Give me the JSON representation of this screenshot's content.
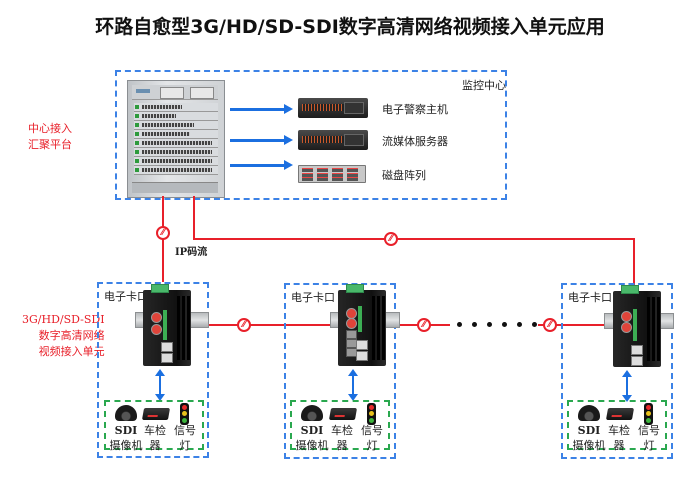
{
  "title": "环路自愈型3G/HD/SD-SDI数字高清网络视频接入单元应用",
  "monitoring_center": {
    "label": "监控中心",
    "side_label_line1": "中心接入",
    "side_label_line2": "汇聚平台",
    "devices": [
      {
        "label": "电子警察主机",
        "icon": "rack-server-icon"
      },
      {
        "label": "流媒体服务器",
        "icon": "rack-server-icon"
      },
      {
        "label": "磁盘阵列",
        "icon": "disk-array-icon"
      }
    ],
    "core_switch_icon": "chassis-switch-icon"
  },
  "link_label": "IP码流",
  "fiber_symbol": "fiber-link-icon",
  "unit_side_label": [
    "3G/HD/SD-SDI",
    "数字高清网络",
    "视频接入单元"
  ],
  "checkpoints": [
    {
      "label": "电子卡口",
      "peripherals": [
        {
          "label_line1": "SDI",
          "label_line2": "摄像机",
          "icon": "dome-camera-icon"
        },
        {
          "label_line1": "车检",
          "label_line2": "器",
          "icon": "vehicle-detector-icon"
        },
        {
          "label_line1": "信号",
          "label_line2": "灯",
          "icon": "traffic-light-icon"
        }
      ]
    },
    {
      "label": "电子卡口",
      "peripherals": [
        {
          "label_line1": "SDI",
          "label_line2": "摄像机",
          "icon": "dome-camera-icon"
        },
        {
          "label_line1": "车检",
          "label_line2": "器",
          "icon": "vehicle-detector-icon"
        },
        {
          "label_line1": "信号",
          "label_line2": "灯",
          "icon": "traffic-light-icon"
        }
      ]
    },
    {
      "label": "电子卡口",
      "peripherals": [
        {
          "label_line1": "SDI",
          "label_line2": "摄像机",
          "icon": "dome-camera-icon"
        },
        {
          "label_line1": "车检",
          "label_line2": "器",
          "icon": "vehicle-detector-icon"
        },
        {
          "label_line1": "信号",
          "label_line2": "灯",
          "icon": "traffic-light-icon"
        }
      ]
    }
  ],
  "colors": {
    "fiber_link": "#e8202a",
    "ethernet_arrow": "#1b6fe0",
    "zone_border": "#3c82e6",
    "peripheral_border": "#2aa84f",
    "side_label": "#e8202a"
  }
}
